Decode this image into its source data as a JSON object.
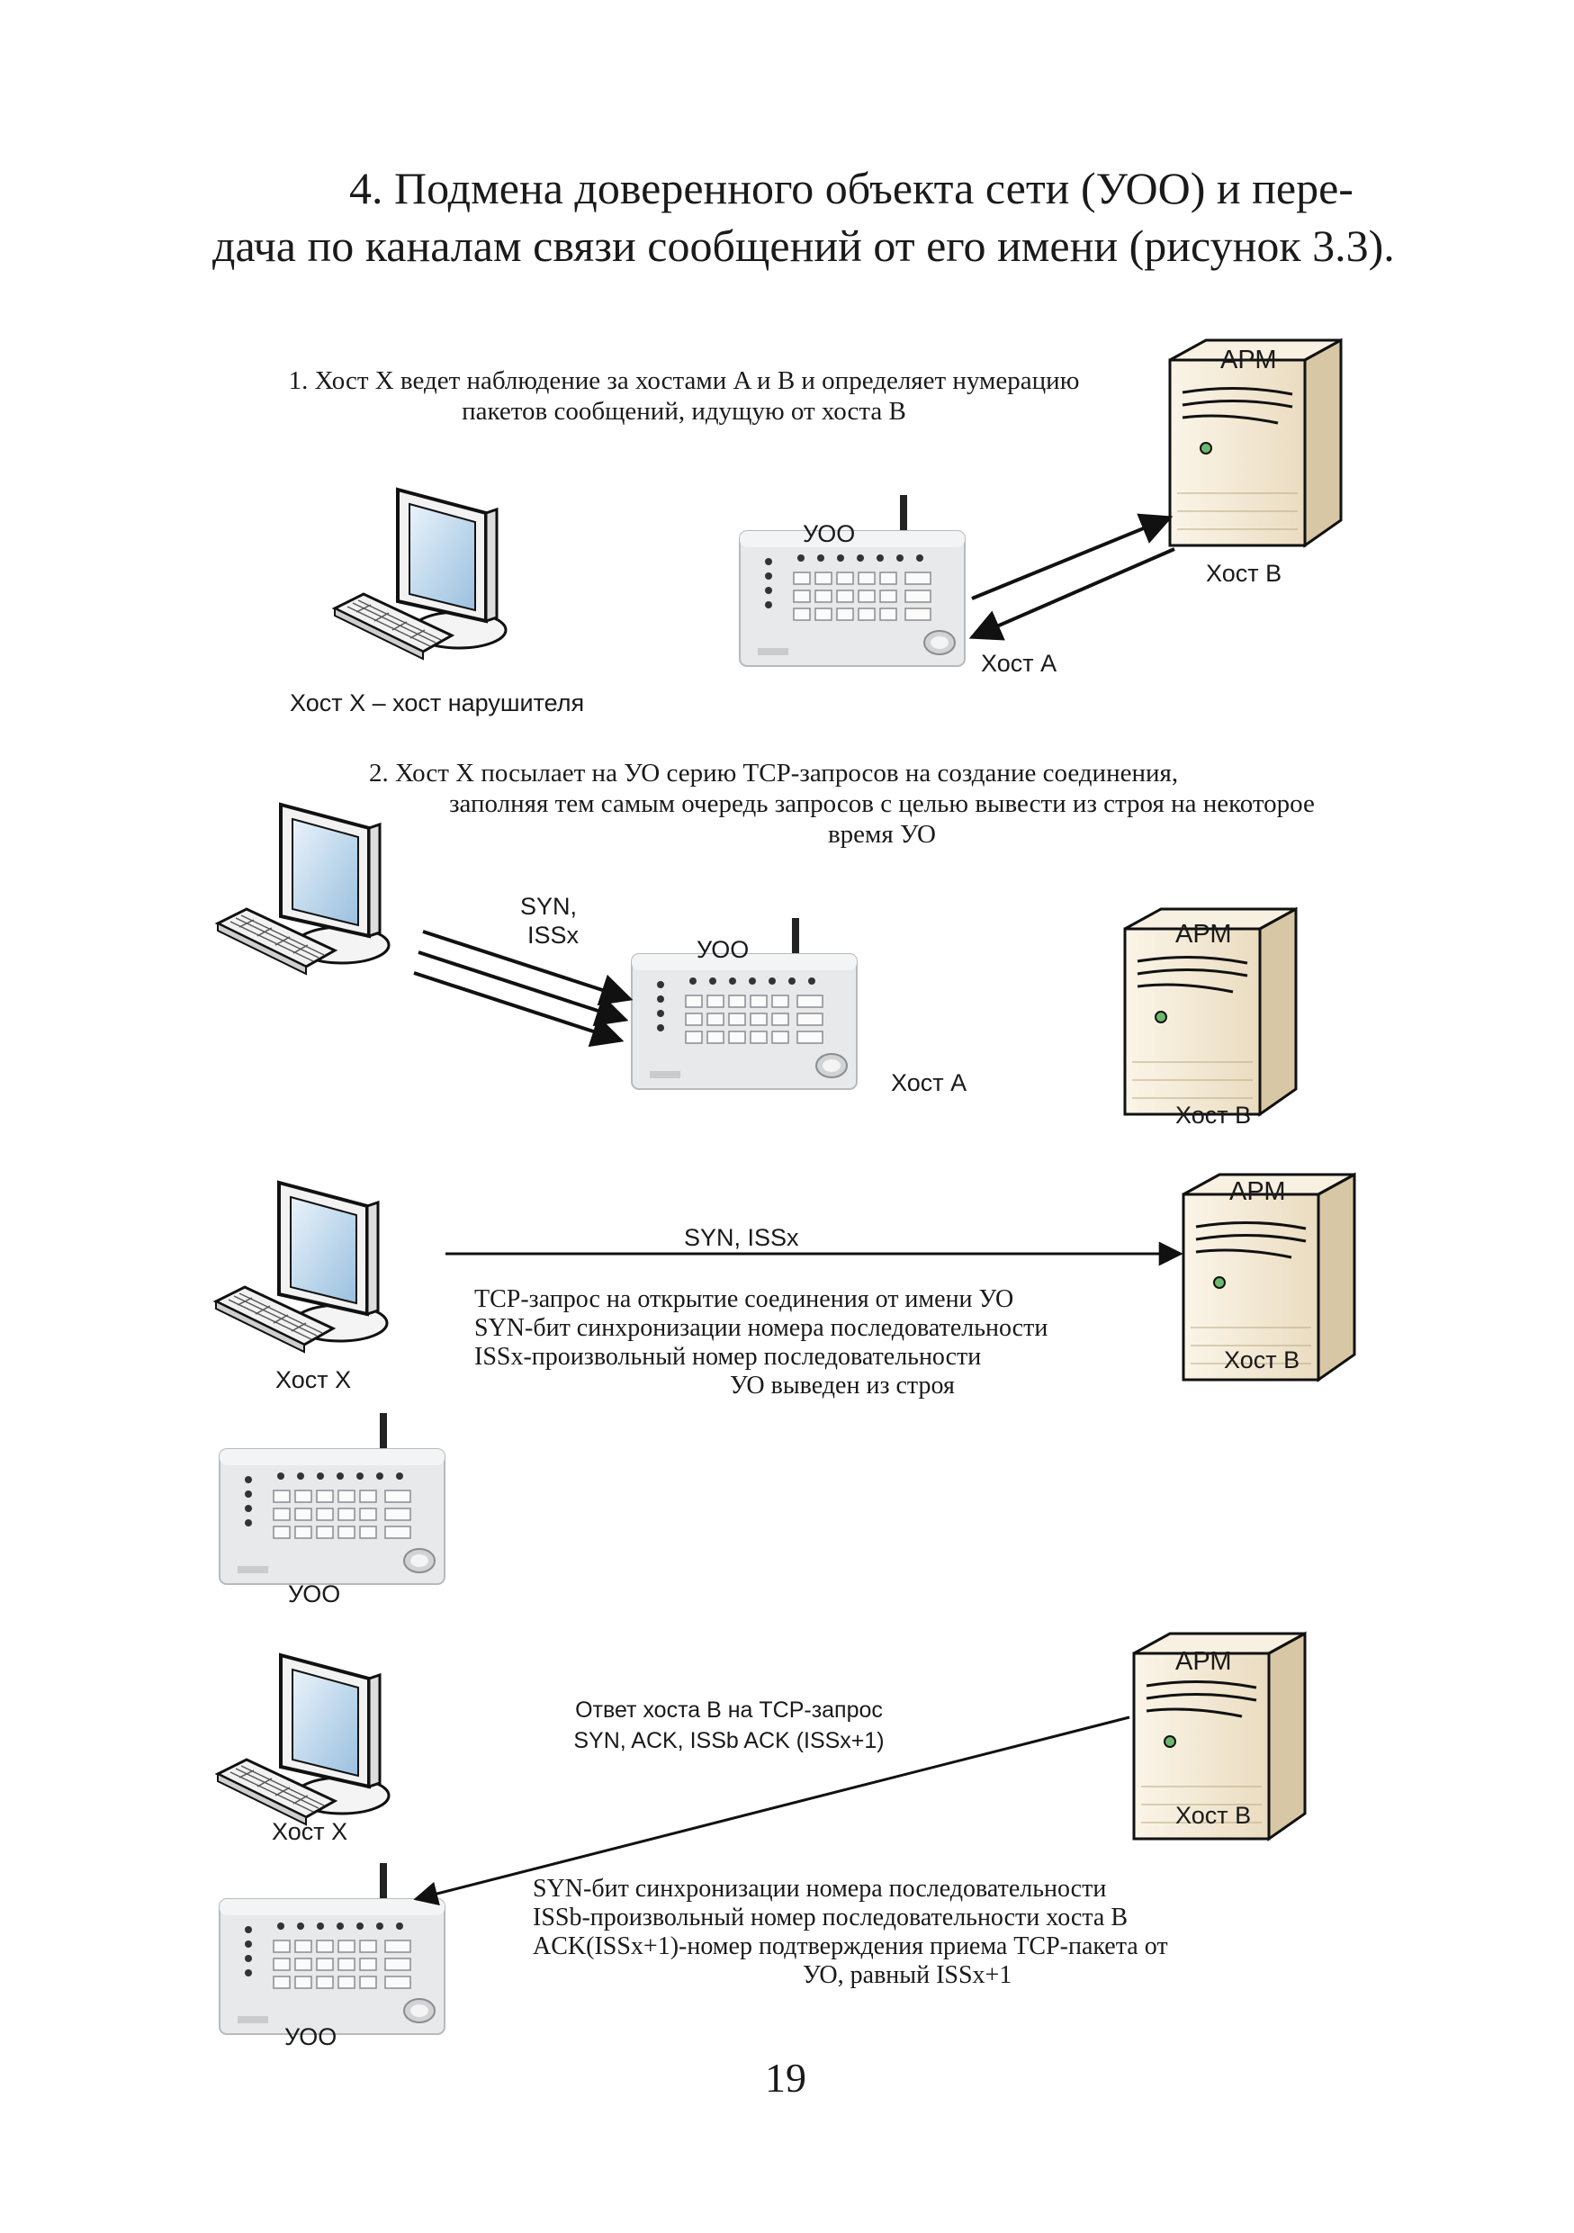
{
  "heading": {
    "line1": "4. Подмена доверенного объекта сети (УОО) и пере-",
    "line2": "дача по каналам связи сообщений от его имени (рисунок 3.3)."
  },
  "step1": {
    "caption_line1": "1. Хост X ведет наблюдение за хостами A и B и определяет нумерацию",
    "caption_line2": "пакетов сообщений, идущую от хоста B",
    "server_label": "АРМ",
    "host_b": "Хост B",
    "uoo": "УОО",
    "host_a": "Хост А",
    "host_x": "Хост X – хост нарушителя"
  },
  "step2": {
    "caption_line1": "2. Хост X посылает на УО серию TCP-запросов на создание соединения,",
    "caption_line2": "заполняя тем самым очередь запросов с целью вывести из строя на некоторое",
    "caption_line3": "время УО",
    "syn_line1": "SYN,",
    "syn_line2": "ISSx",
    "uoo": "УОО",
    "host_a": "Хост А",
    "server_label": "АРМ",
    "host_b": "Хост B"
  },
  "step3": {
    "arrow_label": "SYN, ISSx",
    "server_label": "АРМ",
    "host_b": "Хост B",
    "host_x": "Хост X",
    "uoo": "УОО",
    "note_line1": "TCP-запрос на открытие соединения от имени УО",
    "note_line2": "SYN-бит синхронизации номера последовательности",
    "note_line3": "ISSx-произвольный номер последовательности",
    "note_line4": "УО выведен из строя"
  },
  "step4": {
    "server_label": "АРМ",
    "host_b": "Хост B",
    "host_x": "Хост X",
    "uoo": "УОО",
    "reply_line1": "Ответ хоста B на TCP-запрос",
    "reply_line2": "SYN, ACK, ISSb ACK (ISSx+1)",
    "note_line1": "SYN-бит синхронизации номера последовательности",
    "note_line2": "ISSb-произвольный номер последовательности хоста B",
    "note_line3": "ACK(ISSx+1)-номер подтверждения приема TCP-пакета от",
    "note_line4": "УО, равный ISSx+1"
  },
  "page_number": "19",
  "colors": {
    "server_body": "#f1e6cf",
    "server_shadow": "#d8c7a4",
    "device_body": "#e6e8ea",
    "monitor_screen": "#b9d4ea"
  }
}
